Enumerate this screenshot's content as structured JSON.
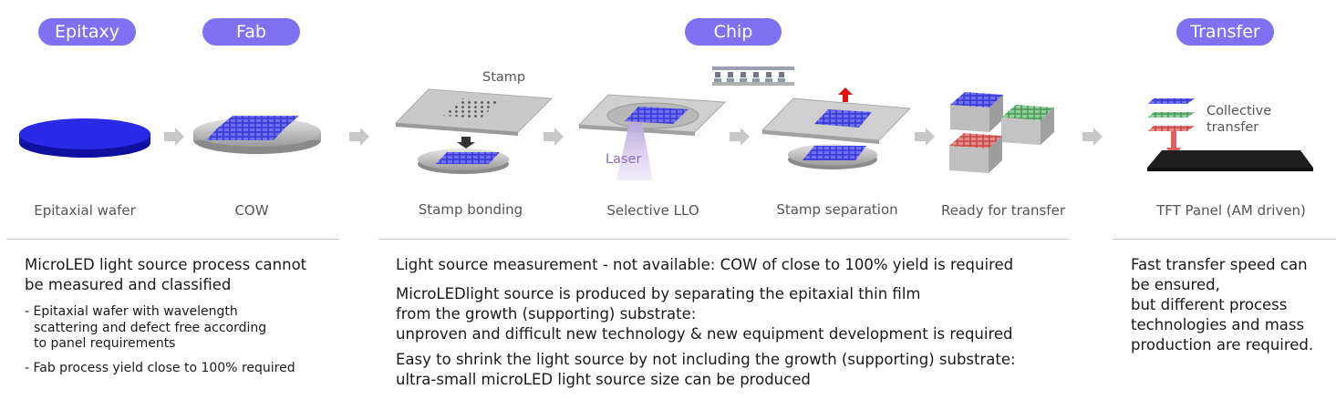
{
  "stages": {
    "epitaxy": "Epitaxy",
    "fab": "Fab",
    "chip": "Chip",
    "transfer": "Transfer"
  },
  "steps": {
    "epitaxial_wafer": "Epitaxial wafer",
    "cow": "COW",
    "stamp_bonding": "Stamp bonding",
    "selective_llo": "Selective LLO",
    "stamp_separation": "Stamp separation",
    "ready_for_transfer": "Ready for transfer",
    "tft_panel": "TFT Panel (AM driven)"
  },
  "labels": {
    "stamp": "Stamp",
    "laser": "Laser",
    "collective_line1": "Collective",
    "collective_line2": "transfer"
  },
  "notes": {
    "left": {
      "heading_line1": "MicroLED light source process cannot",
      "heading_line2": "be measured and classified",
      "bullet1_line1": "- Epitaxial wafer with wavelength",
      "bullet1_line2": "scattering and defect free according",
      "bullet1_line3": "to panel requirements",
      "bullet2": "- Fab process yield close to 100% required"
    },
    "middle": {
      "p1": "Light source measurement - not available: COW of close to 100% yield is required",
      "p2_line1": "MicroLEDlight source is produced by separating the epitaxial thin film",
      "p2_line2": "from the growth (supporting) substrate:",
      "p2_line3": "unproven and difficult new technology & new equipment development is required",
      "p3_line1": "Easy to shrink the light source by not including the growth (supporting) substrate:",
      "p3_line2": "ultra-small microLED light source size can be produced"
    },
    "right": {
      "line1": "Fast transfer speed can",
      "line2": "be ensured,",
      "line3": "but different process",
      "line4": "technologies and mass",
      "line5": "production are required."
    }
  },
  "colors": {
    "pill": "#7f72f2",
    "wafer_blue": "#2424e0",
    "arrow_gray": "#c8c8c8",
    "red": "#d9534f",
    "green": "#5aa56a"
  },
  "icons": [
    "flow-arrow-icon",
    "up-arrow-icon",
    "down-arrow-icon"
  ]
}
